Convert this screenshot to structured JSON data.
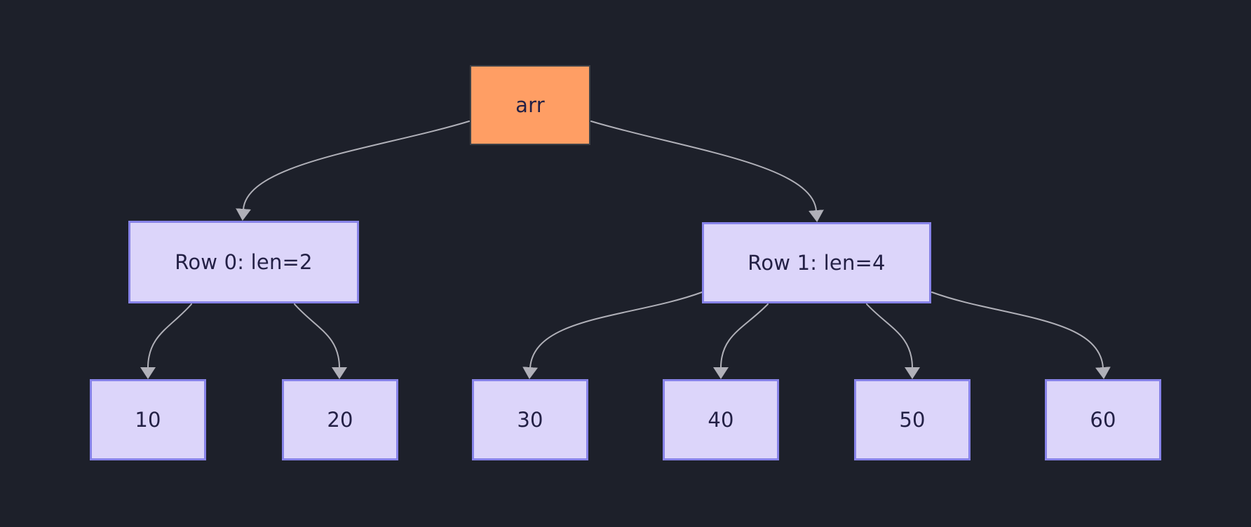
{
  "diagram": {
    "type": "tree",
    "root": {
      "label": "arr"
    },
    "rows": [
      {
        "label": "Row 0: len=2",
        "children": [
          "10",
          "20"
        ]
      },
      {
        "label": "Row 1: len=4",
        "children": [
          "30",
          "40",
          "50",
          "60"
        ]
      }
    ],
    "colors": {
      "background": "#1d202a",
      "root_fill": "#ff9e64",
      "root_border": "#3e4147",
      "node_fill": "#dcd5fa",
      "node_border": "#8783e8",
      "text": "#232045",
      "edge": "#b0b0b8"
    }
  }
}
